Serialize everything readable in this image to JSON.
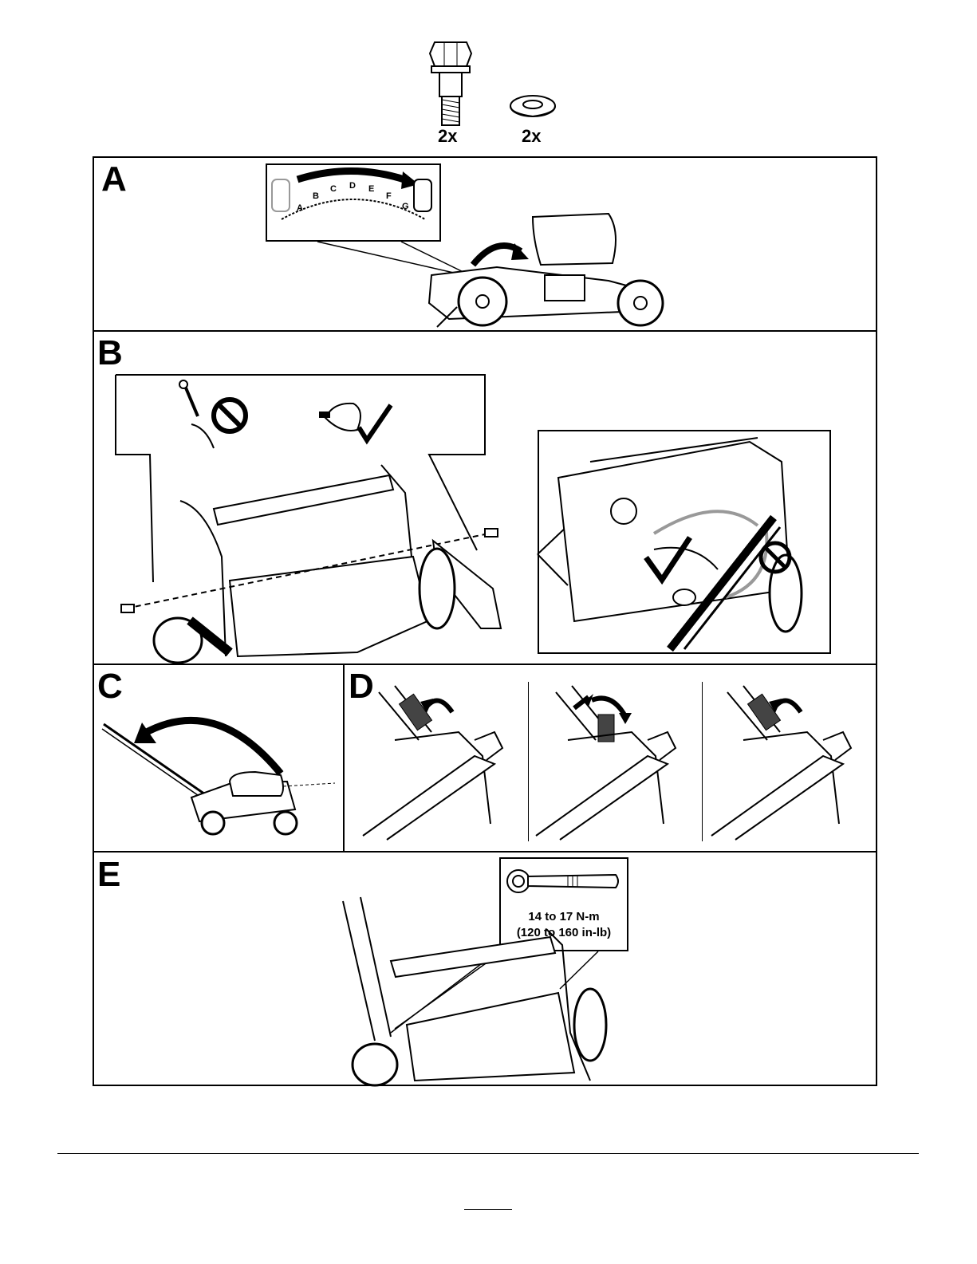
{
  "parts": [
    {
      "icon": "bolt-icon",
      "count": "2x"
    },
    {
      "icon": "washer-icon",
      "count": "2x"
    }
  ],
  "panels": [
    {
      "id": "A",
      "letter": "A",
      "scale_letters": [
        "A",
        "B",
        "C",
        "D",
        "E",
        "F",
        "G"
      ]
    },
    {
      "id": "B",
      "letter": "B"
    },
    {
      "id": "C",
      "letter": "C"
    },
    {
      "id": "D",
      "letter": "D"
    },
    {
      "id": "E",
      "letter": "E",
      "torque_line1": "14 to 17 N-m",
      "torque_line2": "(120 to 160 in-lb)"
    }
  ]
}
